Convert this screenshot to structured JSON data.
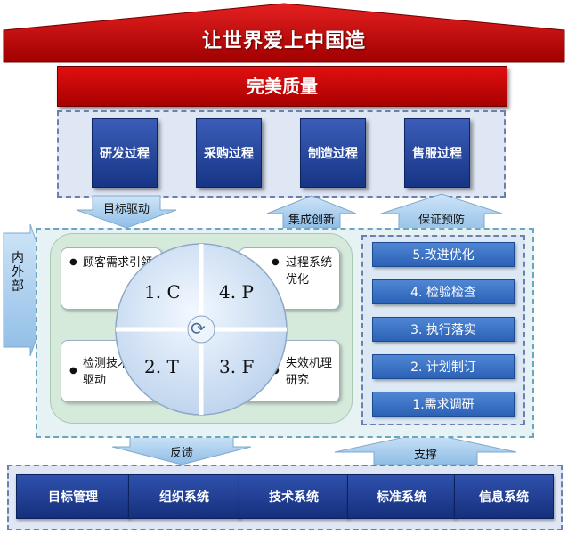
{
  "roof": {
    "title": "让世界爱上中国造"
  },
  "banner": {
    "title": "完美质量"
  },
  "processes": [
    "研发过程",
    "采购过程",
    "制造过程",
    "售服过程"
  ],
  "arrows": {
    "target_driven": "目标驱动",
    "integrated_innovation": "集成创新",
    "assurance_prevention": "保证预防",
    "feedback": "反馈",
    "support": "支撑"
  },
  "side_label": "内外部",
  "quadrants": [
    {
      "label": "1. C",
      "text": "顾客需求引领"
    },
    {
      "label": "4. P",
      "text": "过程系统优化"
    },
    {
      "label": "2. T",
      "text": "检测技术驱动"
    },
    {
      "label": "3. F",
      "text": "失效机理研究"
    }
  ],
  "bullet": "●",
  "cycle_symbol": "⟳",
  "steps": [
    "5.改进优化",
    "4. 检验检查",
    "3. 执行落实",
    "2. 计划制订",
    "1.需求调研"
  ],
  "systems": [
    "目标管理",
    "组织系统",
    "技术系统",
    "标准系统",
    "信息系统"
  ],
  "colors": {
    "roof_red": "#c40000",
    "process_blue": "#1f3f99",
    "step_blue": "#3a72c6",
    "arrow_blue": "#a9d0f1",
    "circle_blue": "#cddff1",
    "green_panel": "#d6eadc"
  }
}
